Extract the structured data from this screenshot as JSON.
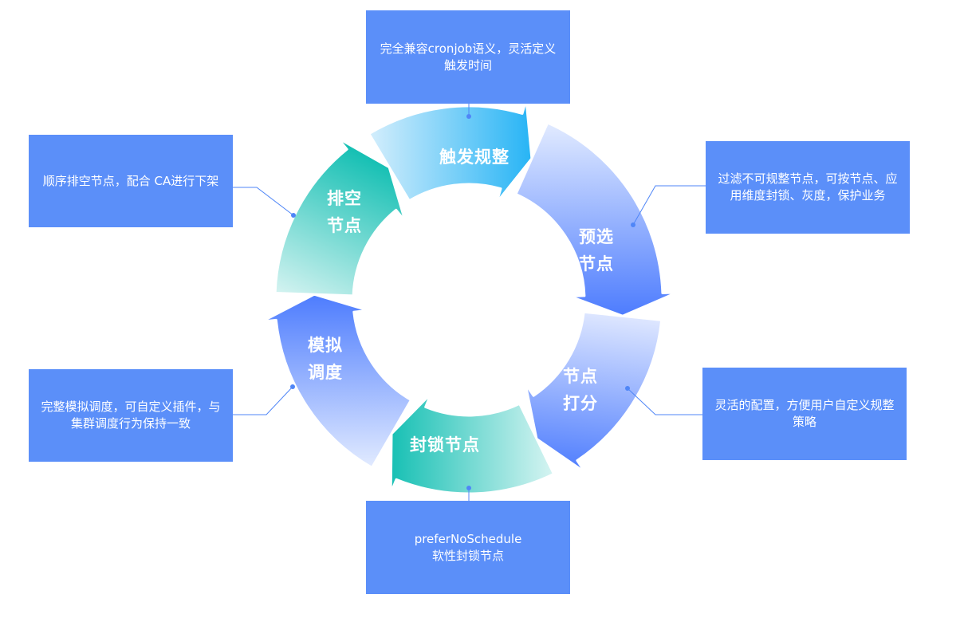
{
  "stages": {
    "trigger": {
      "label": "触发规整"
    },
    "prefilter": {
      "line1": "预选",
      "line2": "节点"
    },
    "score": {
      "line1": "节点",
      "line2": "打分"
    },
    "cordon": {
      "label": "封锁节点"
    },
    "simulate": {
      "line1": "模拟",
      "line2": "调度"
    },
    "drain": {
      "line1": "排空",
      "line2": "节点"
    }
  },
  "boxes": {
    "top": {
      "line1": "完全兼容cronjob语义，灵活定义",
      "line2": "触发时间"
    },
    "right_upper": {
      "line1": "过滤不可规整节点，可按节点、应",
      "line2": "用维度封锁、灰度，保护业务"
    },
    "right_lower": {
      "line1": "灵活的配置，方便用户自定义规整",
      "line2": "策略"
    },
    "bottom": {
      "line1": "preferNoSchedule",
      "line2": "软性封锁节点"
    },
    "left_lower": {
      "line1": "完整模拟调度，可自定义插件，与",
      "line2": "集群调度行为保持一致"
    },
    "left_upper": {
      "line1": "顺序排空节点，配合 CA进行下架"
    }
  },
  "colors": {
    "box_fill": "#5b8ff9",
    "connector": "#4f86f7",
    "teal": "#17c0b4",
    "blue": "#4d7cfe",
    "cyan": "#27b4f5"
  }
}
